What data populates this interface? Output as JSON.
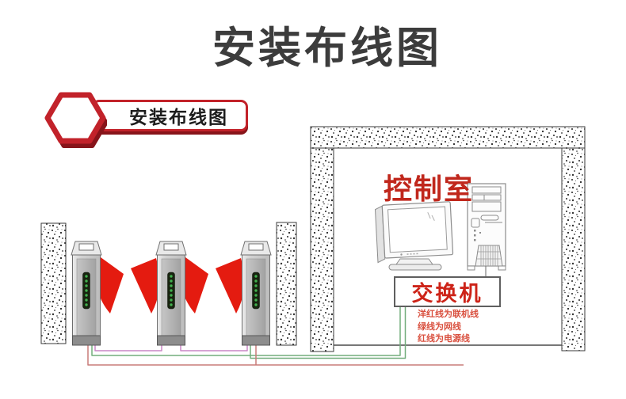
{
  "title": "安装布线图",
  "badge": {
    "label": "安装布线图"
  },
  "room": {
    "label": "控制室"
  },
  "switch": {
    "label": "交换机"
  },
  "legend": {
    "lines": [
      "洋红线为联机线",
      "绿线为网线",
      "红线为电源线"
    ]
  },
  "colors": {
    "accent_red": "#c2222a",
    "accent_red_dark": "#87141a",
    "fan_red": "#e41b10",
    "room_label_red": "#c0271c",
    "switch_label_red": "#cd2318",
    "legend_red": "#d9503f",
    "wire_magenta": "#ca86c6",
    "wire_green": "#72ad7c",
    "wire_red": "#c97b78",
    "led_green": "#41b14e"
  }
}
